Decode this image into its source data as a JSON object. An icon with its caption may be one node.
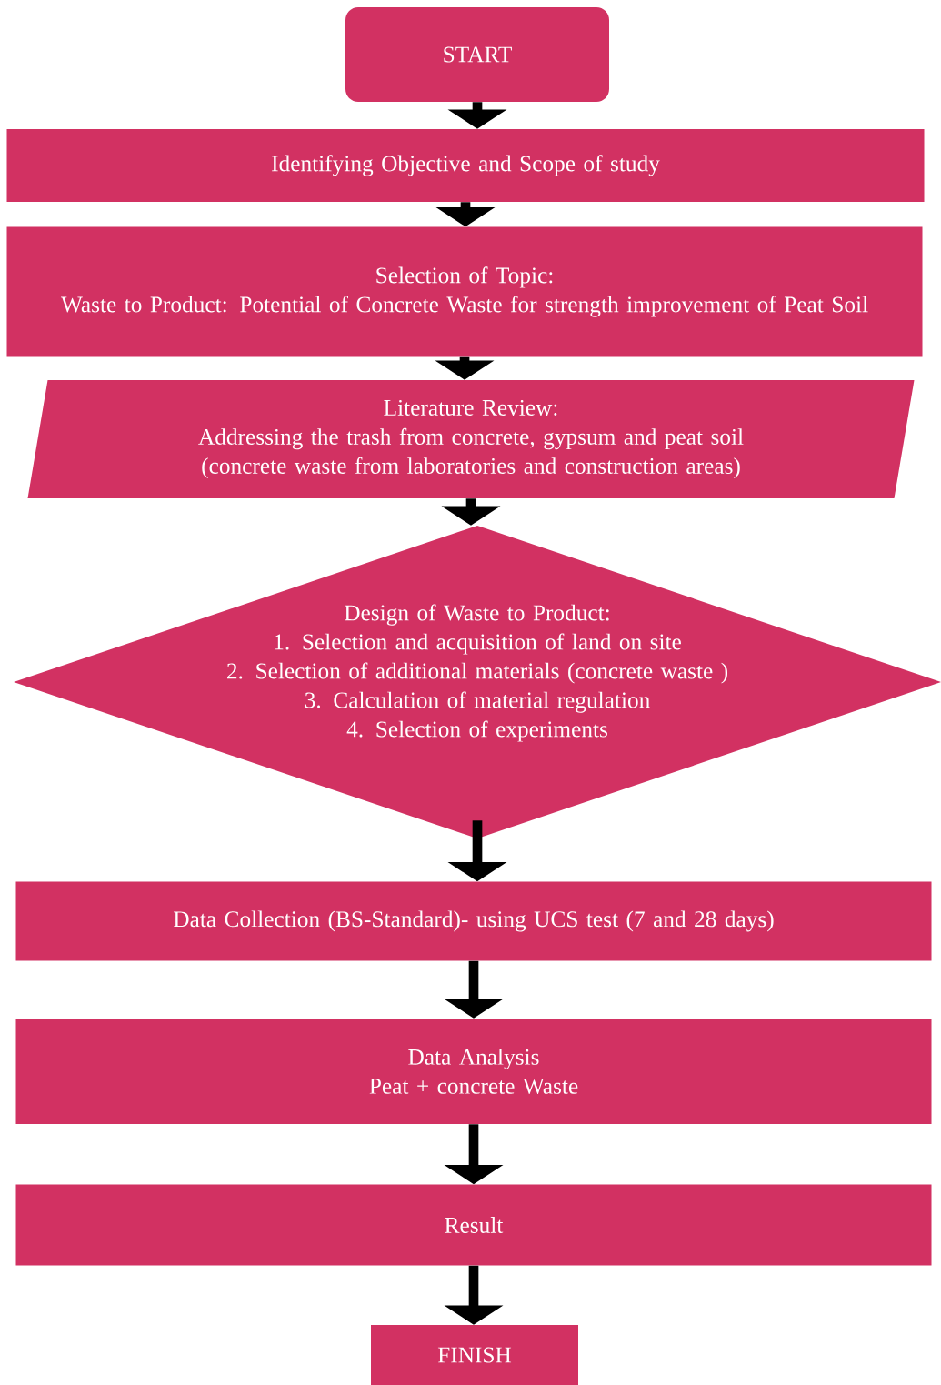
{
  "diagram": {
    "nodes": [
      {
        "text": [
          "START"
        ]
      },
      {
        "text": [
          "Identifying Objective and Scope of study"
        ]
      },
      {
        "text": [
          "Selection of Topic:",
          "Waste to Product: Potential of Concrete Waste for strength improvement of Peat Soil"
        ]
      },
      {
        "text": [
          "Literature Review:",
          "Addressing the trash from concrete, gypsum and peat soil (concrete waste from laboratories and construction areas)"
        ]
      },
      {
        "text": [
          "Design of Waste to Product:",
          "1. Selection and acquisition of land on site",
          "2. Selection of additional materials (concrete waste )",
          "3. Calculation of material regulation",
          "4. Selection of experiments"
        ]
      },
      {
        "text": [
          "Data Collection (BS-Standard)- using UCS test (7 and 28 days)"
        ]
      },
      {
        "text": [
          "Data Analysis",
          "Peat + concrete Waste"
        ]
      },
      {
        "text": [
          "Result"
        ]
      },
      {
        "text": [
          "FINISH"
        ]
      }
    ],
    "edges": [
      {
        "from": 0,
        "to": 1,
        "arrow": "to"
      },
      {
        "from": 1,
        "to": 2,
        "arrow": "to"
      },
      {
        "from": 2,
        "to": 3,
        "arrow": "to"
      },
      {
        "from": 3,
        "to": 4,
        "arrow": "to"
      },
      {
        "from": 4,
        "to": 5,
        "arrow": "to"
      },
      {
        "from": 5,
        "to": 6,
        "arrow": "to"
      },
      {
        "from": 6,
        "to": 7,
        "arrow": "to"
      },
      {
        "from": 7,
        "to": 8,
        "arrow": "to"
      }
    ]
  }
}
